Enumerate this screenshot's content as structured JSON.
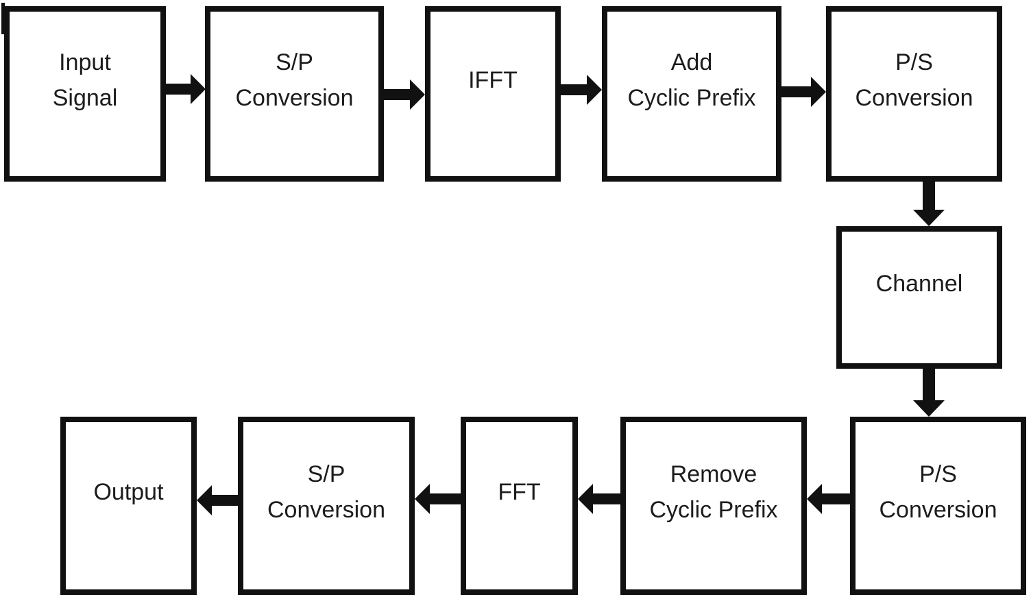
{
  "diagram": {
    "type": "block-flow-diagram",
    "nodes": {
      "input_signal": {
        "label": "Input\nSignal"
      },
      "sp_conversion_tx": {
        "label": "S/P\nConversion"
      },
      "ifft": {
        "label": "IFFT"
      },
      "add_cyclic_prefix": {
        "label": "Add\nCyclic Prefix"
      },
      "ps_conversion_tx": {
        "label": "P/S\nConversion"
      },
      "channel": {
        "label": "Channel"
      },
      "ps_conversion_rx": {
        "label": "P/S\nConversion"
      },
      "remove_cyclic_prefix": {
        "label": "Remove\nCyclic Prefix"
      },
      "fft": {
        "label": "FFT"
      },
      "sp_conversion_rx": {
        "label": "S/P\nConversion"
      },
      "output": {
        "label": "Output"
      }
    },
    "flows": [
      "input_signal -> sp_conversion_tx",
      "sp_conversion_tx -> ifft",
      "ifft -> add_cyclic_prefix",
      "add_cyclic_prefix -> ps_conversion_tx",
      "ps_conversion_tx -> channel",
      "channel -> ps_conversion_rx",
      "ps_conversion_rx -> remove_cyclic_prefix",
      "remove_cyclic_prefix -> fft",
      "fft -> sp_conversion_rx",
      "sp_conversion_rx -> output"
    ],
    "colors": {
      "line": "#111111",
      "text": "#1c1c1c",
      "background": "#ffffff"
    }
  }
}
